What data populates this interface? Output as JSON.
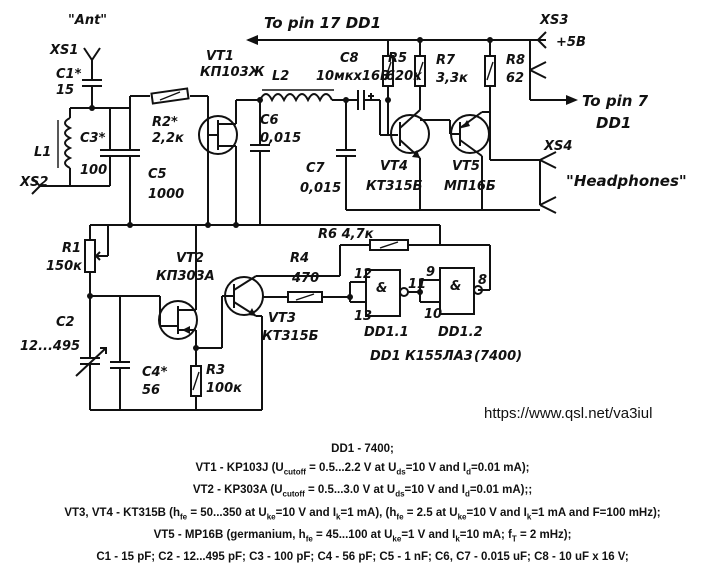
{
  "labels": {
    "ant": "\"Ant\"",
    "to_pin17": "To pin 17  DD1",
    "xs3": "XS3",
    "plus5v": "+5В",
    "to_pin7": "To pin 7",
    "dd1_right": "DD1",
    "xs4": "XS4",
    "headphones": "\"Headphones\"",
    "xs1": "XS1",
    "c1": "C1*",
    "c1v": "15",
    "l1": "L1",
    "c3": "C3*",
    "c3v": "100",
    "xs2": "XS2",
    "r2": "R2*",
    "r2v": "2,2к",
    "c5": "C5",
    "c5v": "1000",
    "vt1": "VT1",
    "vt1t": "КП103Ж",
    "l2": "L2",
    "c6": "C6",
    "c6v": "0,015",
    "c7": "C7",
    "c7v": "0,015",
    "c8": "C8",
    "c8v": "10мкх16В",
    "r5": "R5",
    "r5v": "620к",
    "r7": "R7",
    "r7v": "3,3к",
    "r8": "R8",
    "r8v": "62",
    "vt4": "VT4",
    "vt4t": "КТ315Б",
    "vt5": "VT5",
    "vt5t": "МП16Б",
    "r1": "R1",
    "r1v": "150к",
    "vt2": "VT2",
    "vt2t": "КП303А",
    "r6": "R6 4,7к",
    "r4": "R4",
    "r4v": "470",
    "vt3": "VT3",
    "vt3t": "КТ315Б",
    "p12": "12",
    "p13": "13",
    "p11": "11",
    "p9": "9",
    "p10": "10",
    "p8": "8",
    "amp1": "&",
    "amp2": "&",
    "dd11": "DD1.1",
    "dd12": "DD1.2",
    "ddtitle": "DD1 К155ЛА3",
    "ddeq": "(7400)",
    "c2": "C2",
    "c2v": "12...495",
    "c4": "C4*",
    "c4v": "56",
    "r3": "R3",
    "r3v": "100к",
    "url": "https://www.qsl.net/va3iul"
  },
  "notes": {
    "line1": "DD1 - 7400;",
    "vt1_pre": "VT1 - KP103J (U",
    "vt1_sub1": "cutoff",
    "vt1_mid": " = 0.5...2.2 V at U",
    "vt1_sub2": "ds",
    "vt1_mid2": "=10 V and I",
    "vt1_sub3": "d",
    "vt1_end": "=0.01 mA);",
    "vt2_pre": "VT2 - KP303A (U",
    "vt2_sub1": "cutoff",
    "vt2_mid": " = 0.5...3.0 V at U",
    "vt2_sub2": "ds",
    "vt2_mid2": "=10 V and I",
    "vt2_sub3": "d",
    "vt2_end": "=0.01 mA);;",
    "vt3_pre": "VT3, VT4 - KT315B (h",
    "vt3_s1": "fe",
    "vt3_a": " = 50...350 at U",
    "vt3_s2": "ke",
    "vt3_b": "=10 V and I",
    "vt3_s3": "k",
    "vt3_c": "=1 mA), (h",
    "vt3_s4": "fe",
    "vt3_d": " = 2.5 at U",
    "vt3_s5": "ke",
    "vt3_e": "=10 V and I",
    "vt3_s6": "k",
    "vt3_f": "=1 mA and F=100 mHz);",
    "vt5_pre": "VT5 - MP16B (germanium, h",
    "vt5_s1": "fe",
    "vt5_a": " = 45...100 at U",
    "vt5_s2": "ke",
    "vt5_b": "=1 V and I",
    "vt5_s3": "k",
    "vt5_c": "=10 mA; f",
    "vt5_s4": "T",
    "vt5_d": " = 2 mHz);",
    "caps": "C1 - 15 pF; C2 - 12...495 pF; C3 - 100 pF; C4 - 56 pF; C5 - 1 nF; C6, C7 - 0.015 uF; C8 - 10 uF x 16 V;"
  }
}
